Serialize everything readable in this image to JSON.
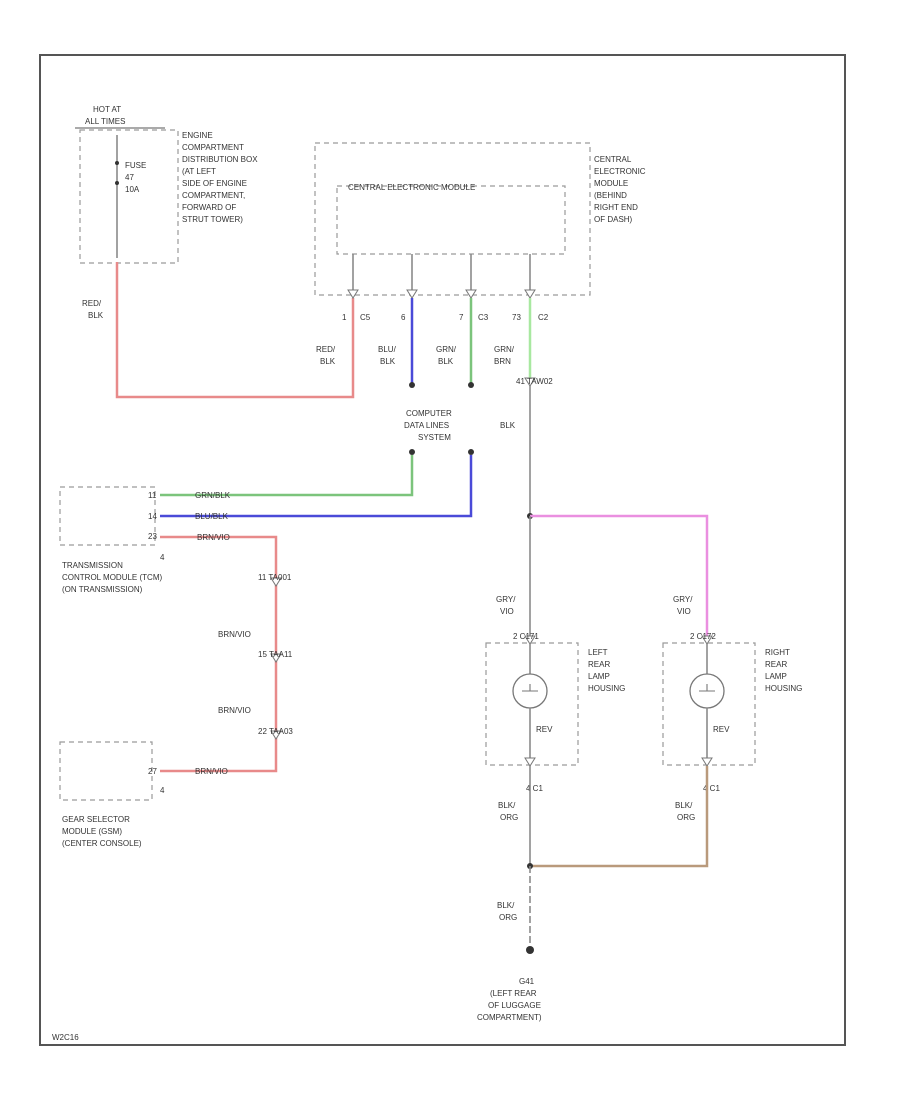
{
  "colors": {
    "red_wire": "#e88a8a",
    "blue_wire": "#4a4ad8",
    "green_wire": "#7cc47c",
    "light_green_wire": "#a8e8a0",
    "pink_wire": "#ea8fe0",
    "tan_wire": "#b99a7c",
    "neutral_wire": "#8a8a8a"
  },
  "fuse_box": {
    "header": [
      "HOT AT",
      "ALL TIMES"
    ],
    "fuse": [
      "FUSE",
      "47",
      "10A"
    ],
    "location": [
      "ENGINE",
      "COMPARTMENT",
      "DISTRIBUTION BOX",
      "(AT LEFT",
      "SIDE OF ENGINE",
      "COMPARTMENT,",
      "FORWARD OF",
      "STRUT TOWER)"
    ]
  },
  "cem": {
    "title": "CENTRAL ELECTRONIC MODULE",
    "location": [
      "CENTRAL",
      "ELECTRONIC",
      "MODULE",
      "(BEHIND",
      "RIGHT END",
      "OF DASH)"
    ],
    "pins": [
      "1",
      "C5",
      "6",
      "7",
      "C3",
      "73",
      "C2"
    ]
  },
  "wire_labels": {
    "fuse_out": [
      "RED/",
      "BLK"
    ],
    "cem_pin1": [
      "RED/",
      "BLK"
    ],
    "cem_pin6": [
      "BLU/",
      "BLK"
    ],
    "cem_pin7": [
      "GRN/",
      "BLK"
    ],
    "cem_pin73": [
      "GRN/",
      "BRN"
    ],
    "ground_trunk": "BLK",
    "left_lamp_in": [
      "GRY/",
      "VIO"
    ],
    "right_lamp_in": [
      "GRY/",
      "VIO"
    ],
    "left_lamp_out": [
      "BLK/",
      "ORG"
    ],
    "right_lamp_out": [
      "BLK/",
      "ORG"
    ],
    "ground_out": [
      "BLK/",
      "ORG"
    ],
    "tcm_mid1": "BRN/VIO",
    "tcm_mid2": "BRN/VIO",
    "tcm_wire1": "GRN/BLK",
    "tcm_wire2": "BLU/BLK",
    "tcm_wire3": "BRN/VIO",
    "gsm_wire": "BRN/VIO"
  },
  "splices": {
    "cem_splice": "41 TAW02",
    "tcm_s1": "11 TA001",
    "tcm_s2": "15 TAA11",
    "tcm_s3": "22 TAA03"
  },
  "data_lines": [
    "COMPUTER",
    "DATA LINES",
    "SYSTEM"
  ],
  "tcm": {
    "label": [
      "TRANSMISSION",
      "CONTROL MODULE (TCM)",
      "(ON TRANSMISSION)"
    ],
    "pins": [
      "11",
      "14",
      "23",
      "4"
    ]
  },
  "gsm": {
    "label": [
      "GEAR SELECTOR",
      "MODULE (GSM)",
      "(CENTER CONSOLE)"
    ],
    "pins": [
      "27",
      "4"
    ]
  },
  "left_lamp": {
    "connector": "2 C171",
    "bulb": "REV",
    "label": [
      "LEFT",
      "REAR",
      "LAMP",
      "HOUSING"
    ],
    "ground_pin": "4 C1"
  },
  "right_lamp": {
    "connector": "2 C172",
    "bulb": "REV",
    "label": [
      "RIGHT",
      "REAR",
      "LAMP",
      "HOUSING"
    ],
    "ground_pin": "4 C1"
  },
  "ground": {
    "label": [
      "G41",
      "(LEFT REAR",
      "OF LUGGAGE",
      "COMPARTMENT)"
    ]
  },
  "footer_code": "W2C16"
}
